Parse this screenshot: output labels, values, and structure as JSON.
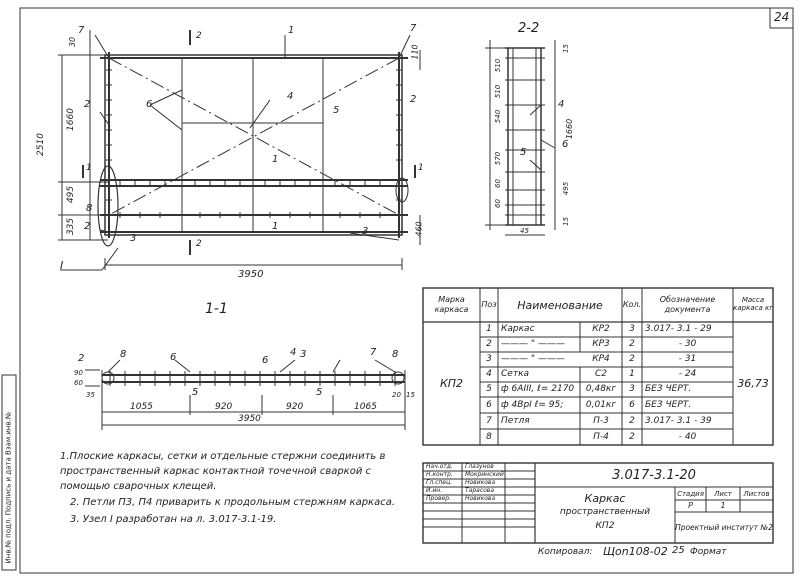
{
  "sheet": {
    "number": "24",
    "side_stamp": "Инв.№ подл. Подпись и дата Взам.инв.№"
  },
  "plan": {
    "dim_total": "3950",
    "dim_height": "2510",
    "dim_1660": "1660",
    "dim_495": "495",
    "dim_335": "335",
    "dim_30": "30",
    "dim_110": "110",
    "dim_460": "460",
    "callouts": [
      "1",
      "1",
      "1",
      "2",
      "2",
      "2",
      "3",
      "3",
      "4",
      "5",
      "6",
      "7",
      "7",
      "8"
    ],
    "cut_label_top": "2",
    "cut_label_bottom": "2",
    "cut_1a": "1",
    "cut_1b": "1",
    "node_label": "I"
  },
  "section22": {
    "title": "2-2",
    "dims": [
      "15",
      "510",
      "510",
      "540",
      "570",
      "60",
      "60",
      "495",
      "45",
      "15",
      "1660"
    ],
    "callouts": [
      "4",
      "5",
      "6"
    ]
  },
  "section11": {
    "title": "1-1",
    "dims": [
      "1055",
      "920",
      "920",
      "1065",
      "3950",
      "35",
      "20",
      "15",
      "90",
      "60"
    ],
    "callouts": [
      "2",
      "3",
      "4",
      "5",
      "5",
      "6",
      "6",
      "7",
      "8",
      "8"
    ]
  },
  "spec": {
    "headers": {
      "mark": "Марка каркаса",
      "pos": "Поз",
      "name": "Наименование",
      "qty": "Кол.",
      "doc": "Обозначение документа",
      "mass": "Масса каркаса кг"
    },
    "group_mark": "КП2",
    "group_mass": "36,73",
    "rows": [
      {
        "pos": "1",
        "name": "Каркас",
        "mark": "КР2",
        "qty": "3",
        "doc": "3.017- 3.1 - 29"
      },
      {
        "pos": "2",
        "name": "——— \" ———",
        "mark": "КР3",
        "qty": "2",
        "doc": "- 30"
      },
      {
        "pos": "3",
        "name": "——— \" ———",
        "mark": "КР4",
        "qty": "2",
        "doc": "- 31"
      },
      {
        "pos": "4",
        "name": "Сетка",
        "mark": "С2",
        "qty": "1",
        "doc": "- 24"
      },
      {
        "pos": "5",
        "name": "ф 6АIII, ℓ= 2170",
        "mark": "0,48кг",
        "qty": "3",
        "doc": "БЕЗ ЧЕРТ."
      },
      {
        "pos": "6",
        "name": "ф 4ВрI ℓ= 95;",
        "mark": "0,01кг",
        "qty": "6",
        "doc": "БЕЗ ЧЕРТ."
      },
      {
        "pos": "7",
        "name": "Петля",
        "mark": "П-3",
        "qty": "2",
        "doc": "3.017- 3.1 - 39"
      },
      {
        "pos": "8",
        "name": "",
        "mark": "П-4",
        "qty": "2",
        "doc": "- 40"
      }
    ]
  },
  "notes": [
    "1.Плоские каркасы, сетки и отдельные стержни соединить в",
    "пространственный каркас контактной точечной сваркой с",
    "помощью сварочных клещей.",
    "2. Петли П3, П4 приварить к продольным стержням каркаса.",
    "3. Узел I разработан на л. 3.017-3.1-19."
  ],
  "title_block": {
    "code": "3.017-3.1-20",
    "title_line1": "Каркас",
    "title_line2": "пространственный",
    "title_line3": "КП2",
    "stage_h": "Стадия",
    "sheet_h": "Лист",
    "sheets_h": "Листов",
    "stage": "Р",
    "sheet_no": "1",
    "org": "Проектный институт №2",
    "signers": [
      {
        "role": "Нач.отд.",
        "name": "Глазунов"
      },
      {
        "role": "Н.контр.",
        "name": "Мокринский"
      },
      {
        "role": "Гл.спец.",
        "name": "Новикова"
      },
      {
        "role": "И.ин.",
        "name": "Тарасова"
      },
      {
        "role": "Провер.",
        "name": "Новикова"
      }
    ]
  },
  "footer": {
    "copied": "Копировал:",
    "copied_sig": "Щоn108-02",
    "format_no": "25",
    "format": "Формат"
  }
}
